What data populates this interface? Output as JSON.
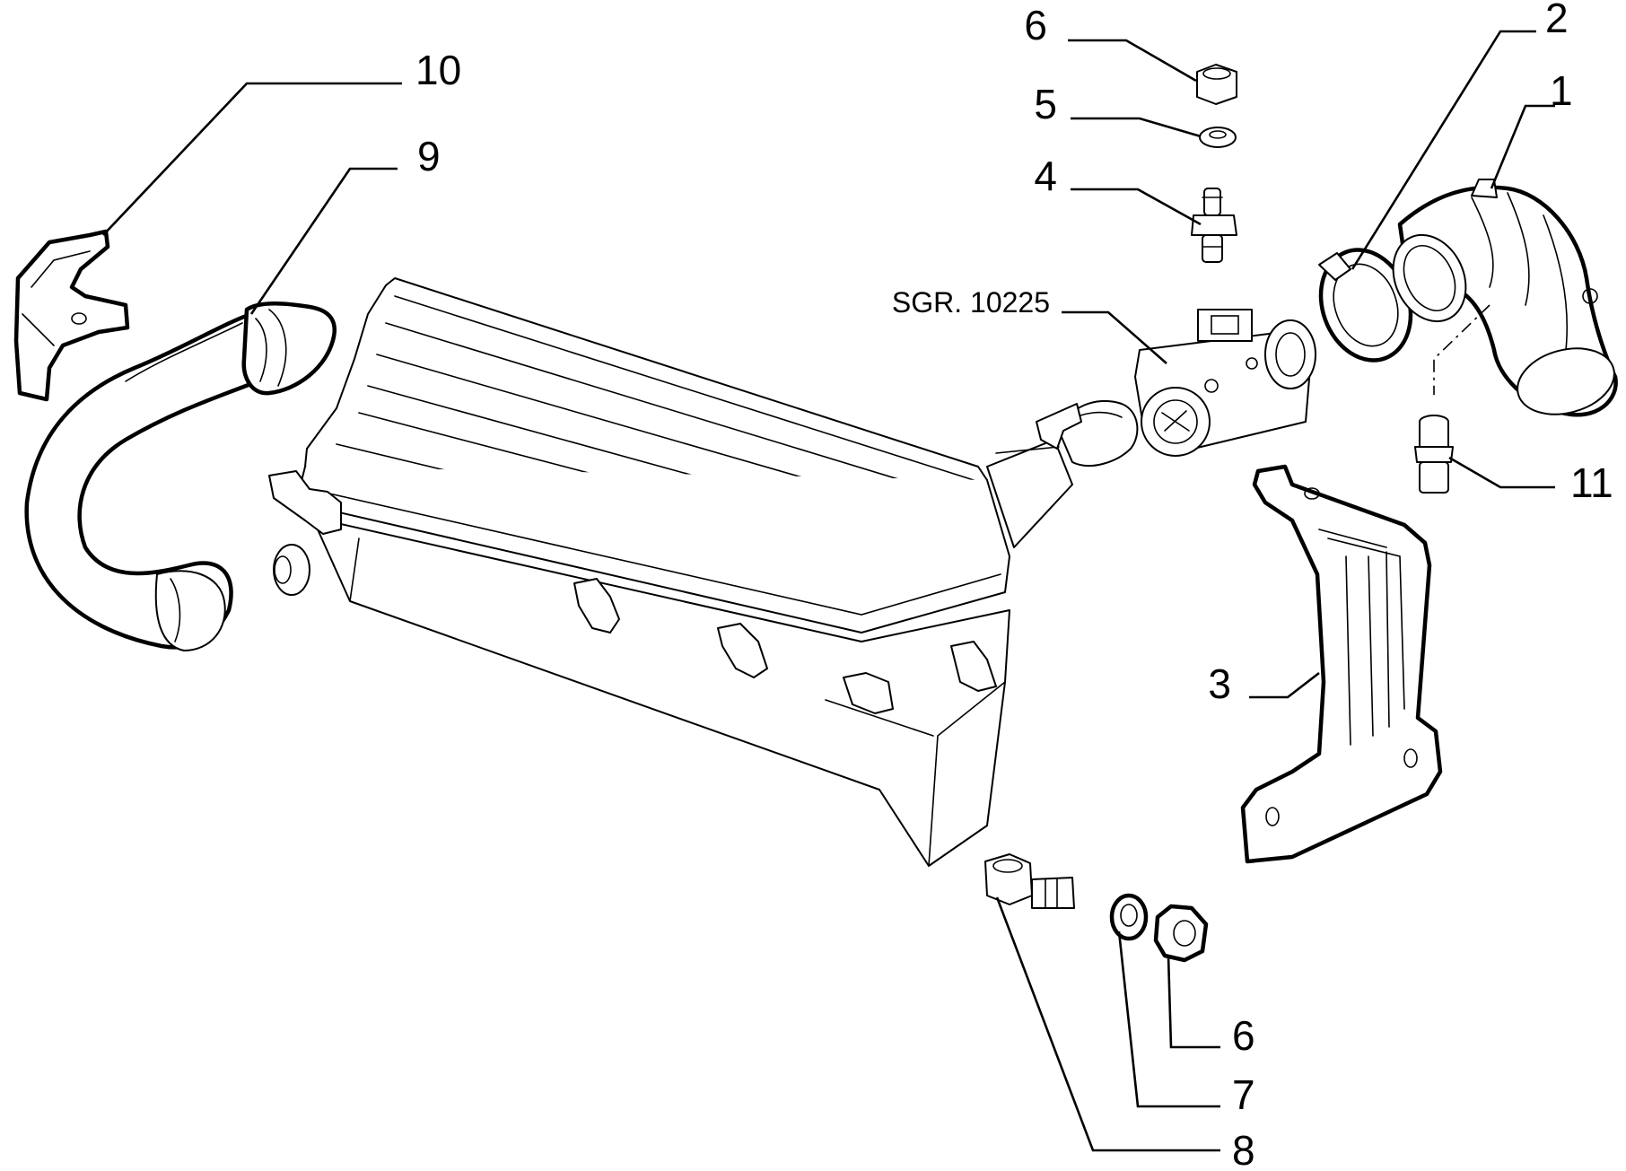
{
  "diagram": {
    "callouts": [
      {
        "id": "1",
        "label": "1"
      },
      {
        "id": "2",
        "label": "2"
      },
      {
        "id": "3",
        "label": "3"
      },
      {
        "id": "4",
        "label": "4"
      },
      {
        "id": "5",
        "label": "5"
      },
      {
        "id": "6a",
        "label": "6"
      },
      {
        "id": "6b",
        "label": "6"
      },
      {
        "id": "7",
        "label": "7"
      },
      {
        "id": "8",
        "label": "8"
      },
      {
        "id": "9",
        "label": "9"
      },
      {
        "id": "10",
        "label": "10"
      },
      {
        "id": "11",
        "label": "11"
      }
    ],
    "reference": "SGR. 10225"
  }
}
